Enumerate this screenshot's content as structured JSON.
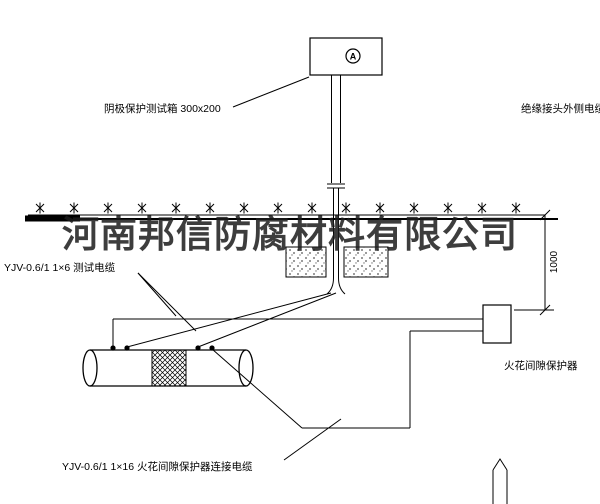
{
  "drawing": {
    "background": "#ffffff",
    "line_color": "#000000",
    "watermark": {
      "text": "河南邦信防腐材料有限公司",
      "color": "#1c1c1c"
    },
    "labels": {
      "test_box": "阴极保护测试箱 300x200",
      "outer_cable": "绝缘接头外侧电缆",
      "test_cable": "YJV-0.6/1 1×6  测试电缆",
      "spark_gap": "火花间隙保护器",
      "connection_cable": "YJV-0.6/1 1×16  火花间隙保护器连接电缆",
      "dimension": "1000",
      "ammeter": "A"
    }
  }
}
